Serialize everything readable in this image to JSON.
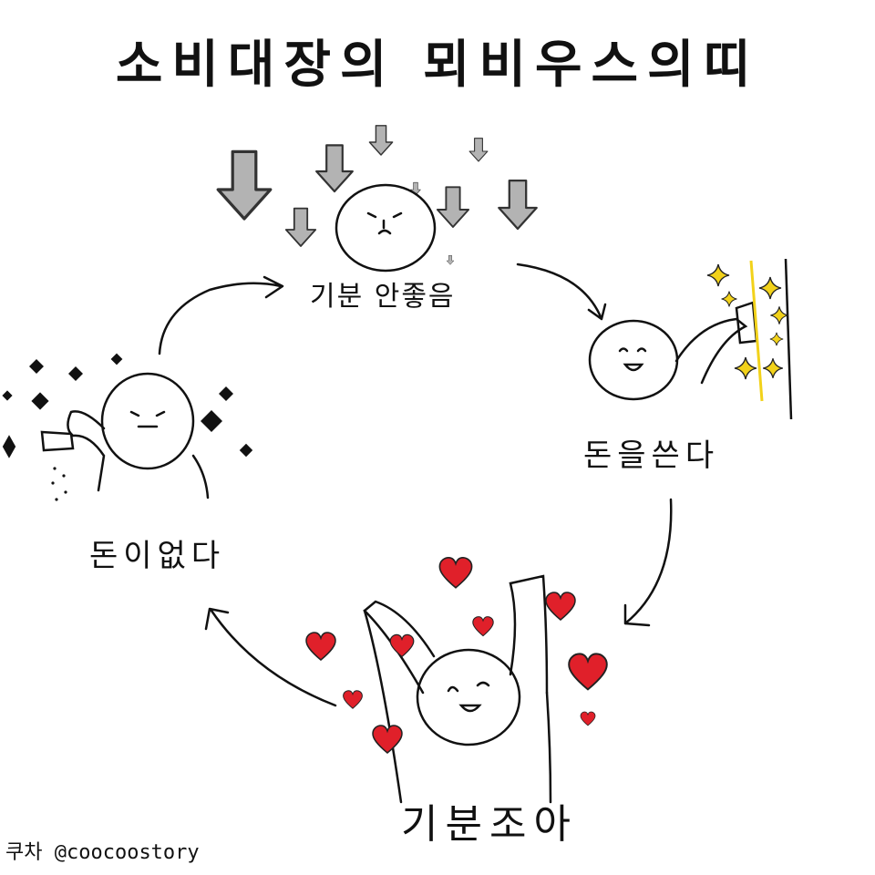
{
  "title": "소비대장의 뫼비우스의띠",
  "labels": {
    "mood_bad": "기분 안좋음",
    "spend_money": "돈을쓴다",
    "feel_good": "기분조아",
    "no_money": "돈이없다"
  },
  "credit": "쿠차 @coocoostory",
  "colors": {
    "background": "#ffffff",
    "ink": "#111111",
    "down_arrow_fill": "#b3b3b3",
    "heart": "#e0202a",
    "sparkle": "#f2d21a"
  },
  "icons": [
    "down-arrow-icon",
    "sparkle-icon",
    "heart-icon",
    "diamond-icon",
    "curved-arrow-icon"
  ]
}
